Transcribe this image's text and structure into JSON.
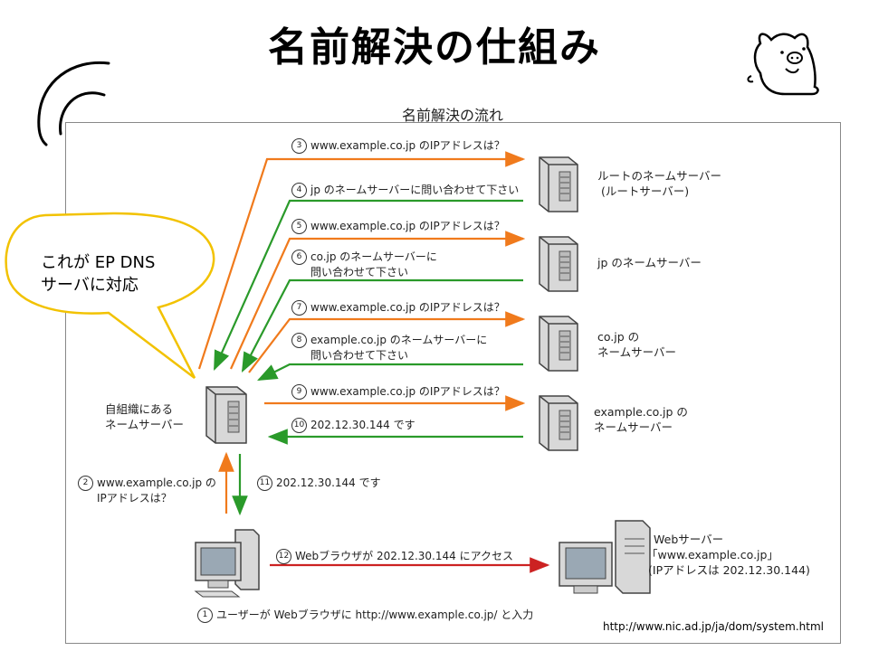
{
  "slide": {
    "title": "名前解決の仕組み",
    "diagram_title": "名前解決の流れ",
    "source_url": "http://www.nic.ad.jp/ja/dom/system.html"
  },
  "bubble": {
    "line1": "これが EP DNS",
    "line2": "サーバに対応"
  },
  "servers": {
    "root": {
      "line1": "ルートのネームサーバー",
      "line2": "(ルートサーバー)"
    },
    "jp": {
      "line1": "jp のネームサーバー"
    },
    "cojp": {
      "line1": "co.jp の",
      "line2": "ネームサーバー"
    },
    "example": {
      "line1": "example.co.jp の",
      "line2": "ネームサーバー"
    },
    "local": {
      "line1": "自組織にある",
      "line2": "ネームサーバー"
    },
    "web": {
      "line1": "Webサーバー",
      "line2": "「www.example.co.jp」",
      "line3": "(IPアドレスは 202.12.30.144)"
    }
  },
  "messages": {
    "m1": {
      "num": "1",
      "text": "ユーザーが Webブラウザに http://www.example.co.jp/ と入力"
    },
    "m2": {
      "num": "2",
      "line1": "www.example.co.jp の",
      "line2": "IPアドレスは？"
    },
    "m3": {
      "num": "3",
      "text": "www.example.co.jp のIPアドレスは？"
    },
    "m4": {
      "num": "4",
      "text": "jp のネームサーバーに問い合わせて下さい"
    },
    "m5": {
      "num": "5",
      "text": "www.example.co.jp のIPアドレスは？"
    },
    "m6": {
      "num": "6",
      "line1": "co.jp のネームサーバーに",
      "line2": "問い合わせて下さい"
    },
    "m7": {
      "num": "7",
      "text": "www.example.co.jp のIPアドレスは？"
    },
    "m8": {
      "num": "8",
      "line1": "example.co.jp のネームサーバーに",
      "line2": "問い合わせて下さい"
    },
    "m9": {
      "num": "9",
      "text": "www.example.co.jp のIPアドレスは？"
    },
    "m10": {
      "num": "10",
      "text": "202.12.30.144 です"
    },
    "m11": {
      "num": "11",
      "text": "202.12.30.144 です"
    },
    "m12": {
      "num": "12",
      "text": "Webブラウザが 202.12.30.144 にアクセス"
    }
  },
  "colors": {
    "query": "#f07a1c",
    "reply": "#2a9a2a",
    "access": "#cc2222",
    "bubble_border": "#f2c200"
  }
}
